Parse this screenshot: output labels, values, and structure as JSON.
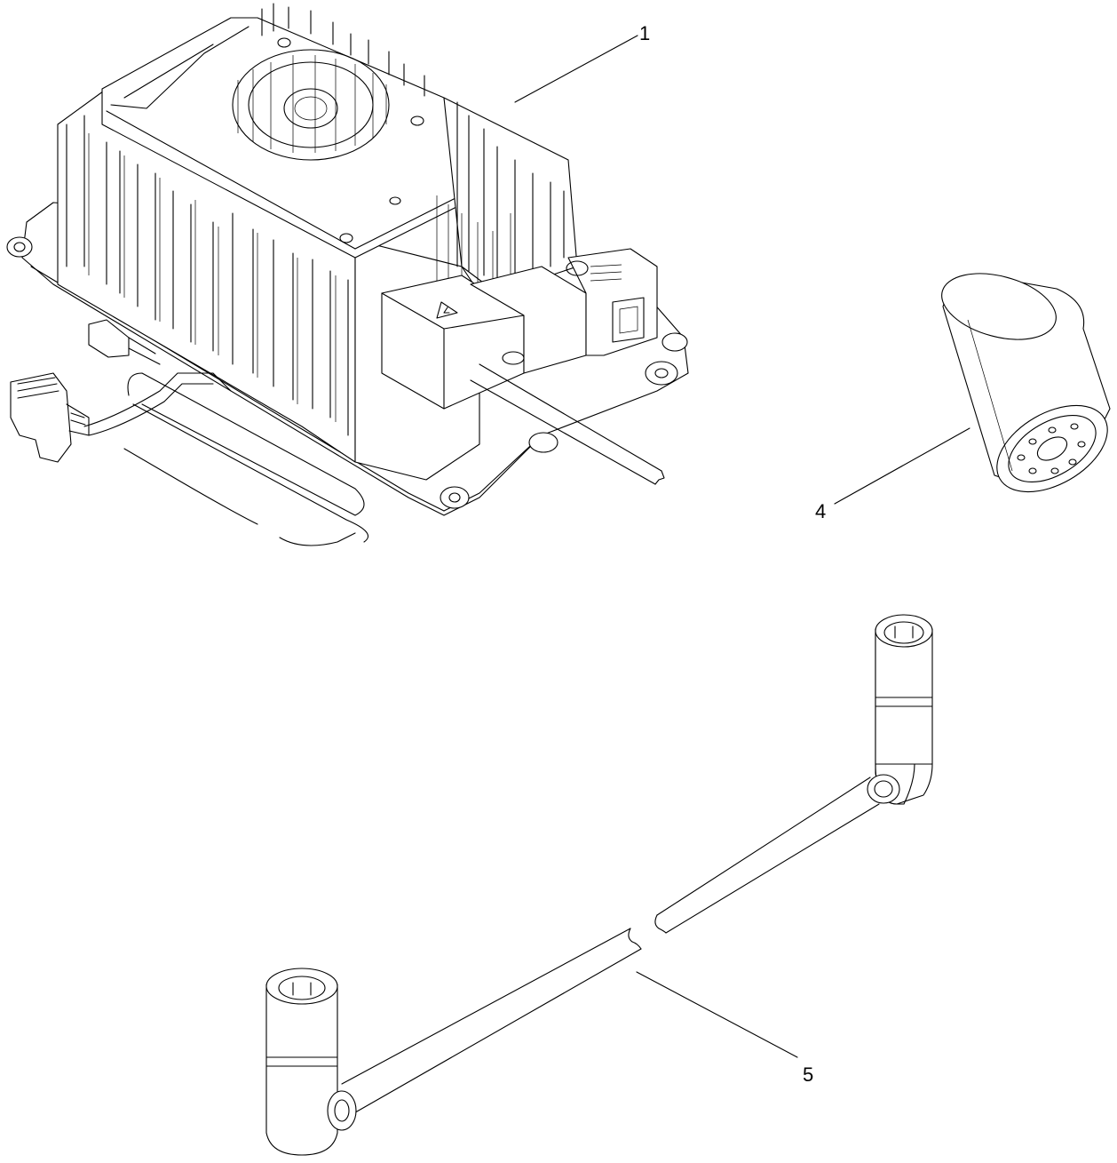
{
  "diagram": {
    "callouts": {
      "charger": "1",
      "filter": "4",
      "cable": "5"
    }
  }
}
